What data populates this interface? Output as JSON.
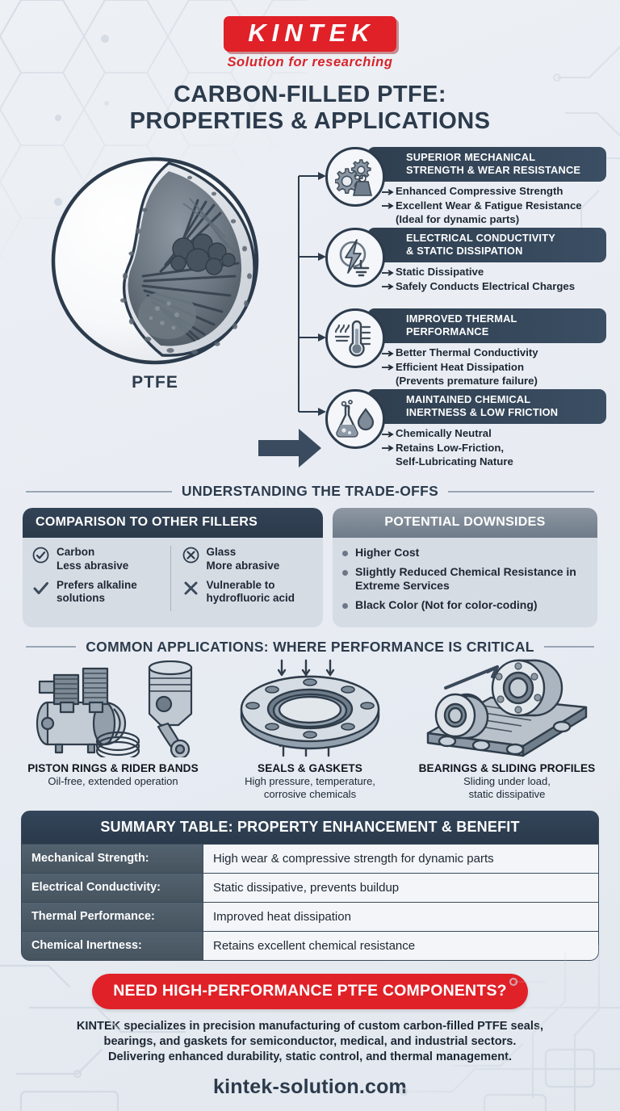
{
  "brand": {
    "logo_text": "KINTEK",
    "tagline": "Solution for researching"
  },
  "title": {
    "line1": "CARBON-FILLED PTFE:",
    "line2": "PROPERTIES & APPLICATIONS"
  },
  "hero": {
    "sphere_label": "PTFE",
    "arrow_icon": "right-arrow-icon"
  },
  "features": [
    {
      "icon": "gears-weight-icon",
      "heading_line1": "SUPERIOR MECHANICAL",
      "heading_line2": "STRENGTH & WEAR RESISTANCE",
      "bullets": [
        "Enhanced Compressive Strength",
        "Excellent Wear & Fatigue Resistance"
      ],
      "sub": "(Ideal for dynamic parts)"
    },
    {
      "icon": "lightning-ground-icon",
      "heading_line1": "ELECTRICAL CONDUCTIVITY",
      "heading_line2": "& STATIC DISSIPATION",
      "bullets": [
        "Static Dissipative",
        "Safely Conducts Electrical Charges"
      ],
      "sub": ""
    },
    {
      "icon": "thermometer-heat-icon",
      "heading_line1": "IMPROVED THERMAL",
      "heading_line2": "PERFORMANCE",
      "bullets": [
        "Better Thermal Conductivity",
        "Efficient Heat Dissipation"
      ],
      "sub": "(Prevents premature failure)"
    },
    {
      "icon": "flask-droplet-icon",
      "heading_line1": "MAINTAINED CHEMICAL",
      "heading_line2": "INERTNESS & LOW FRICTION",
      "bullets": [
        "Chemically Neutral",
        "Retains Low-Friction,"
      ],
      "sub": "Self-Lubricating Nature"
    }
  ],
  "tradeoffs": {
    "section_title": "UNDERSTANDING THE TRADE-OFFS",
    "comparison": {
      "heading": "COMPARISON TO OTHER FILLERS",
      "left_column": [
        {
          "icon": "check-circle-icon",
          "line1": "Carbon",
          "line2": "Less abrasive"
        },
        {
          "icon": "check-icon",
          "line1": "Prefers alkaline",
          "line2": "solutions"
        }
      ],
      "right_column": [
        {
          "icon": "x-circle-icon",
          "line1": "Glass",
          "line2": "More abrasive"
        },
        {
          "icon": "x-icon",
          "line1": "Vulnerable to",
          "line2": "hydrofluoric acid"
        }
      ]
    },
    "downsides": {
      "heading": "POTENTIAL DOWNSIDES",
      "items": [
        "Higher Cost",
        "Slightly Reduced Chemical Resistance in Extreme Services",
        "Black Color (Not for color-coding)"
      ]
    }
  },
  "applications": {
    "section_title": "COMMON APPLICATIONS: WHERE PERFORMANCE IS CRITICAL",
    "items": [
      {
        "icon": "compressor-piston-icon",
        "name": "PISTON RINGS & RIDER BANDS",
        "desc_line1": "Oil-free, extended operation",
        "desc_line2": ""
      },
      {
        "icon": "flange-gasket-icon",
        "name": "SEALS & GASKETS",
        "desc_line1": "High pressure, temperature,",
        "desc_line2": "corrosive chemicals"
      },
      {
        "icon": "bearings-rail-icon",
        "name": "BEARINGS & SLIDING PROFILES",
        "desc_line1": "Sliding under load,",
        "desc_line2": "static dissipative"
      }
    ]
  },
  "summary_table": {
    "heading": "SUMMARY TABLE: PROPERTY ENHANCEMENT & BENEFIT",
    "rows": [
      {
        "property": "Mechanical Strength:",
        "benefit": "High wear & compressive strength for dynamic parts"
      },
      {
        "property": "Electrical Conductivity:",
        "benefit": "Static dissipative, prevents buildup"
      },
      {
        "property": "Thermal Performance:",
        "benefit": "Improved heat dissipation"
      },
      {
        "property": "Chemical Inertness:",
        "benefit": "Retains excellent chemical resistance"
      }
    ]
  },
  "cta": {
    "pill": "NEED HIGH-PERFORMANCE PTFE COMPONENTS?",
    "body_line1": "KINTEK specializes in precision manufacturing of custom carbon-filled PTFE seals,",
    "body_line2": "bearings, and gaskets for semiconductor, medical, and industrial sectors.",
    "body_line3": "Delivering enhanced durability, static control, and thermal management.",
    "url": "kintek-solution.com"
  },
  "colors": {
    "brand_red": "#e02128",
    "dark_navy": "#2c3b4c",
    "panel_gray": "#6f7b89",
    "background": "#e9edf3"
  }
}
